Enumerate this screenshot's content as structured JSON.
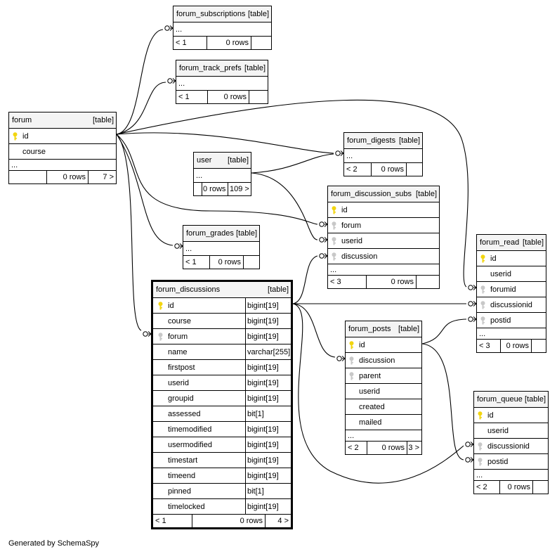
{
  "footer": "Generated by SchemaSpy",
  "colors": {
    "pk_key": "#f2d50f",
    "fk_key": "#c8c8c8",
    "header_bg": "#f4f4f4",
    "line": "#000000"
  },
  "tables": {
    "forum_subscriptions": {
      "name": "forum_subscriptions",
      "kind": "[table]",
      "ellipsis": "...",
      "parents": "< 1",
      "rows": "0 rows"
    },
    "forum_track_prefs": {
      "name": "forum_track_prefs",
      "kind": "[table]",
      "ellipsis": "...",
      "parents": "< 1",
      "rows": "0 rows"
    },
    "forum": {
      "name": "forum",
      "kind": "[table]",
      "columns": [
        {
          "name": "id",
          "key": "pk"
        },
        {
          "name": "course",
          "key": ""
        }
      ],
      "ellipsis": "...",
      "rows": "0 rows",
      "children": "7 >"
    },
    "forum_digests": {
      "name": "forum_digests",
      "kind": "[table]",
      "ellipsis": "...",
      "parents": "< 2",
      "rows": "0 rows"
    },
    "user": {
      "name": "user",
      "kind": "[table]",
      "ellipsis": "...",
      "rows": "0 rows",
      "children": "109 >"
    },
    "forum_discussion_subs": {
      "name": "forum_discussion_subs",
      "kind": "[table]",
      "columns": [
        {
          "name": "id",
          "key": "pk"
        },
        {
          "name": "forum",
          "key": "fk"
        },
        {
          "name": "userid",
          "key": "fk"
        },
        {
          "name": "discussion",
          "key": "fk"
        }
      ],
      "ellipsis": "...",
      "parents": "< 3",
      "rows": "0 rows"
    },
    "forum_grades": {
      "name": "forum_grades",
      "kind": "[table]",
      "ellipsis": "...",
      "parents": "< 1",
      "rows": "0 rows"
    },
    "forum_read": {
      "name": "forum_read",
      "kind": "[table]",
      "columns": [
        {
          "name": "id",
          "key": "pk"
        },
        {
          "name": "userid",
          "key": ""
        },
        {
          "name": "forumid",
          "key": "fk"
        },
        {
          "name": "discussionid",
          "key": "fk"
        },
        {
          "name": "postid",
          "key": "fk"
        }
      ],
      "ellipsis": "...",
      "parents": "< 3",
      "rows": "0 rows"
    },
    "forum_discussions": {
      "name": "forum_discussions",
      "kind": "[table]",
      "columns": [
        {
          "name": "id",
          "type": "bigint[19]",
          "key": "pk"
        },
        {
          "name": "course",
          "type": "bigint[19]",
          "key": ""
        },
        {
          "name": "forum",
          "type": "bigint[19]",
          "key": "fk"
        },
        {
          "name": "name",
          "type": "varchar[255]",
          "key": ""
        },
        {
          "name": "firstpost",
          "type": "bigint[19]",
          "key": ""
        },
        {
          "name": "userid",
          "type": "bigint[19]",
          "key": ""
        },
        {
          "name": "groupid",
          "type": "bigint[19]",
          "key": ""
        },
        {
          "name": "assessed",
          "type": "bit[1]",
          "key": ""
        },
        {
          "name": "timemodified",
          "type": "bigint[19]",
          "key": ""
        },
        {
          "name": "usermodified",
          "type": "bigint[19]",
          "key": ""
        },
        {
          "name": "timestart",
          "type": "bigint[19]",
          "key": ""
        },
        {
          "name": "timeend",
          "type": "bigint[19]",
          "key": ""
        },
        {
          "name": "pinned",
          "type": "bit[1]",
          "key": ""
        },
        {
          "name": "timelocked",
          "type": "bigint[19]",
          "key": ""
        }
      ],
      "parents": "< 1",
      "rows": "0 rows",
      "children": "4 >"
    },
    "forum_posts": {
      "name": "forum_posts",
      "kind": "[table]",
      "columns": [
        {
          "name": "id",
          "key": "pk"
        },
        {
          "name": "discussion",
          "key": "fk"
        },
        {
          "name": "parent",
          "key": "fk"
        },
        {
          "name": "userid",
          "key": ""
        },
        {
          "name": "created",
          "key": ""
        },
        {
          "name": "mailed",
          "key": ""
        }
      ],
      "ellipsis": "...",
      "parents": "< 2",
      "rows": "0 rows",
      "children": "3 >"
    },
    "forum_queue": {
      "name": "forum_queue",
      "kind": "[table]",
      "columns": [
        {
          "name": "id",
          "key": "pk"
        },
        {
          "name": "userid",
          "key": ""
        },
        {
          "name": "discussionid",
          "key": "fk"
        },
        {
          "name": "postid",
          "key": "fk"
        }
      ],
      "ellipsis": "...",
      "parents": "< 2",
      "rows": "0 rows"
    }
  }
}
